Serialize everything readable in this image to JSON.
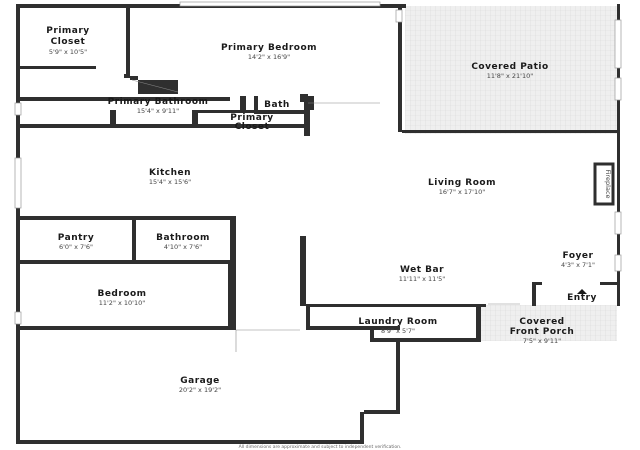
{
  "rooms": {
    "primary_closet_top": {
      "name": "Primary\nCloset",
      "dim": "5'9\" x 10'5\""
    },
    "primary_bedroom": {
      "name": "Primary Bedroom",
      "dim": "14'2\" x 16'9\""
    },
    "covered_patio": {
      "name": "Covered Patio",
      "dim": "11'8\" x 21'10\""
    },
    "primary_bathroom": {
      "name": "Primary Bathroom",
      "dim": "15'4\" x 9'11\""
    },
    "bath": {
      "name": "Bath",
      "dim": ""
    },
    "primary_closet_small": {
      "name": "Primary\nCloset",
      "dim": ""
    },
    "kitchen": {
      "name": "Kitchen",
      "dim": "15'4\" x 15'6\""
    },
    "living_room": {
      "name": "Living Room",
      "dim": "16'7\" x 17'10\""
    },
    "fireplace": {
      "name": "Fireplace",
      "dim": ""
    },
    "pantry": {
      "name": "Pantry",
      "dim": "6'0\" x 7'6\""
    },
    "bathroom": {
      "name": "Bathroom",
      "dim": "4'10\" x 7'6\""
    },
    "foyer": {
      "name": "Foyer",
      "dim": "4'3\" x 7'1\""
    },
    "wet_bar": {
      "name": "Wet Bar",
      "dim": "11'11\" x 11'5\""
    },
    "entry": {
      "name": "Entry",
      "dim": ""
    },
    "bedroom": {
      "name": "Bedroom",
      "dim": "11'2\" x 10'10\""
    },
    "laundry_room": {
      "name": "Laundry Room",
      "dim": "8'9\" x 5'7\""
    },
    "covered_front_porch": {
      "name": "Covered\nFront Porch",
      "dim": "7'5\" x 9'11\""
    },
    "garage": {
      "name": "Garage",
      "dim": "20'2\" x 19'2\""
    }
  },
  "footer": "All dimensions are approximate and subject to independent verification.",
  "colors": {
    "wall": "#2f2f2f",
    "patio_fill": "#e9e9e9",
    "background": "#ffffff"
  },
  "icons": {
    "entry": "up-arrow-icon"
  }
}
